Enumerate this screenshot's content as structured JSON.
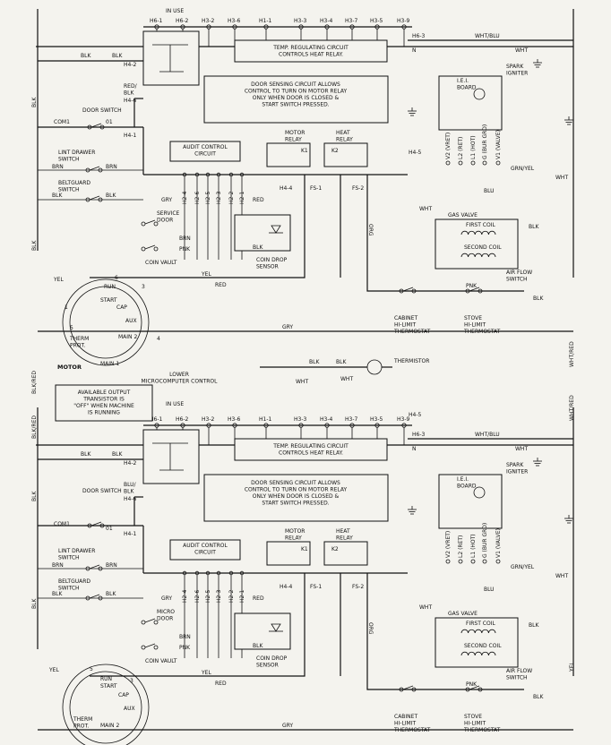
{
  "lower_title": "LOWER\nMICROCOMPUTER CONTROL",
  "upper_in_use": "IN USE",
  "lower_in_use": "IN USE",
  "header_pins": [
    "H6-1",
    "H6-2",
    "H3-2",
    "H3-6",
    "H1-1",
    "H3-3",
    "H3-4",
    "H3-7",
    "H3-5",
    "H3-9"
  ],
  "right_pins": {
    "h63": "H6-3",
    "n": "N",
    "wht_blu": "WHT/BLU",
    "wht": "WHT"
  },
  "left_pins": {
    "h42": "H4-2",
    "h46": "H4-6",
    "h41": "H4-1",
    "h45": "H4-5",
    "h44": "H4-4"
  },
  "temp_box": "TEMP. REGULATING CIRCUIT\nCONTROLS HEAT RELAY.",
  "door_box": "DOOR SENSING CIRCUIT ALLOWS\nCONTROL TO TURN ON MOTOR RELAY\nONLY WHEN DOOR IS CLOSED &\nSTART SWITCH PRESSED.",
  "audit": "AUDIT CONTROL\nCIRCUIT",
  "motor_relay": "MOTOR\nRELAY",
  "heat_relay": "HEAT\nRELAY",
  "k1": "K1",
  "k2": "K2",
  "fs1": "FS-1",
  "fs2": "FS-2",
  "door_switch": "DOOR SWITCH",
  "lint_drawer": "LINT DRAWER\nSWITCH",
  "beltguard": "BELTGUARD\nSWITCH",
  "com1": "COM1",
  "o1": "01",
  "brn": "BRN",
  "blk": "BLK",
  "gry": "GRY",
  "yel": "YEL",
  "red": "RED",
  "pnk": "PNK",
  "org": "ORG",
  "wht": "WHT",
  "blu": "BLU",
  "red_blk": "RED/\nBLK",
  "blu_blk": "BLU/\nBLK",
  "blk_red": "BLK/RED",
  "wht_red": "WHT/RED",
  "grn_yel": "GRN/YEL",
  "service_door": "SERVICE\nDOOR",
  "micro_door": "MICRO\nDOOR",
  "coin_vault": "COIN VAULT",
  "coin_drop": "COIN DROP\nSENSOR",
  "h2pins": [
    "H2-4",
    "H2-6",
    "H2-5",
    "H2-3",
    "H2-2",
    "H2-1"
  ],
  "iei_board": "I.E.I.\nBOARD",
  "spark_igniter": "SPARK\nIGNITER",
  "board_pins": [
    "V2 (VRET)",
    "L2 (RET)",
    "L1 (HOT)",
    "G (BUR GRD)",
    "V1 (VALVE)"
  ],
  "gas_valve": "GAS VALVE",
  "first_coil": "FIRST COIL",
  "second_coil": "SECOND COIL",
  "air_flow": "AIR FLOW\nSWITCH",
  "cabinet_hi": "CABINET\nHI-LIMIT\nTHERMOSTAT",
  "stove_hi": "STOVE\nHI-LIMIT\nTHERMOSTAT",
  "thermistor": "THERMISTOR",
  "available_box": "AVAILABLE OUTPUT\nTRANSISTOR IS\n\"OFF\" WHEN MACHINE\nIS RUNNING",
  "motor": "MOTOR",
  "motor_parts": {
    "run": "RUN",
    "start": "START",
    "cap": "CAP",
    "aux": "AUX",
    "main2": "MAIN 2",
    "main1": "MAIN 1",
    "therm": "THERM\nPROT."
  },
  "terminals_upper": [
    "6",
    "1",
    "3",
    "5",
    "4"
  ],
  "terminals_lower": [
    "5",
    "3"
  ]
}
